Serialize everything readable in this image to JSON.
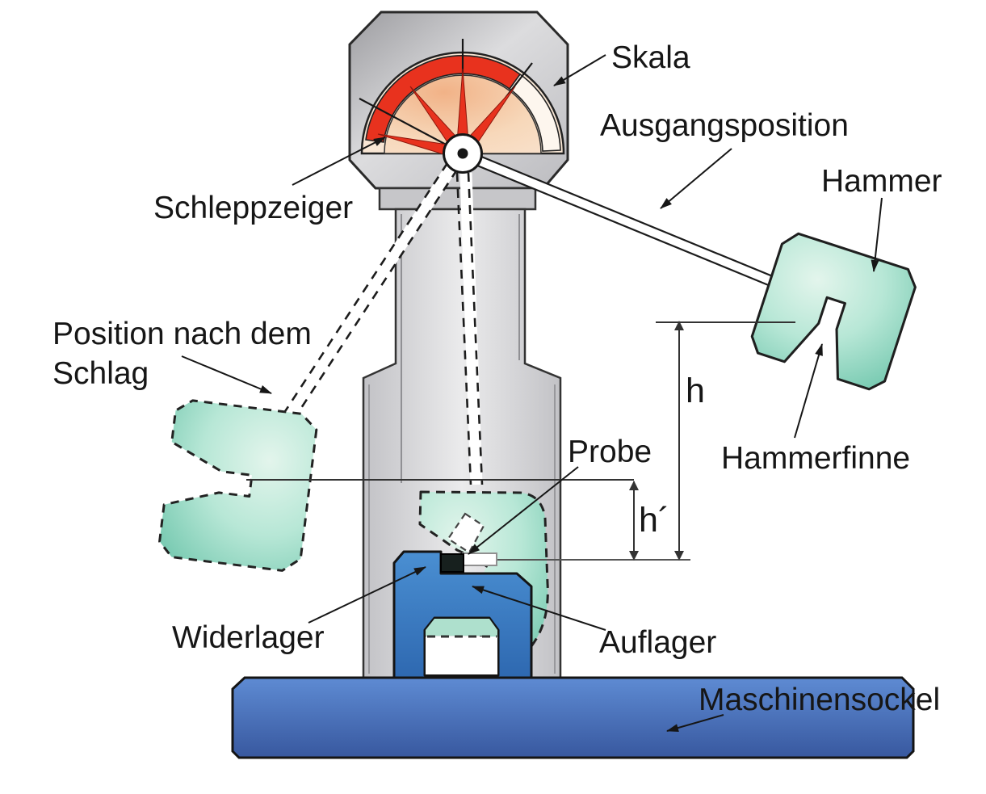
{
  "diagram": {
    "labels": {
      "skala": "Skala",
      "ausgangsposition": "Ausgangsposition",
      "hammer": "Hammer",
      "hammerfinne": "Hammerfinne",
      "schleppzeiger": "Schleppzeiger",
      "position_line1": "Position nach dem",
      "position_line2": "Schlag",
      "probe": "Probe",
      "widerlager": "Widerlager",
      "auflager": "Auflager",
      "maschinensockel": "Maschinensockel",
      "height_initial": "h",
      "height_after": "h´"
    },
    "colors": {
      "hammer_teal": "#8ed3bc",
      "anvil_blue": "#3d80c6",
      "base_blue": "#4a79c4",
      "pointer_red": "#e8321e",
      "dial_face_peach": "#f6d6b8",
      "machine_gray": "#d6d6d8",
      "outline": "#1a1a1a"
    }
  }
}
